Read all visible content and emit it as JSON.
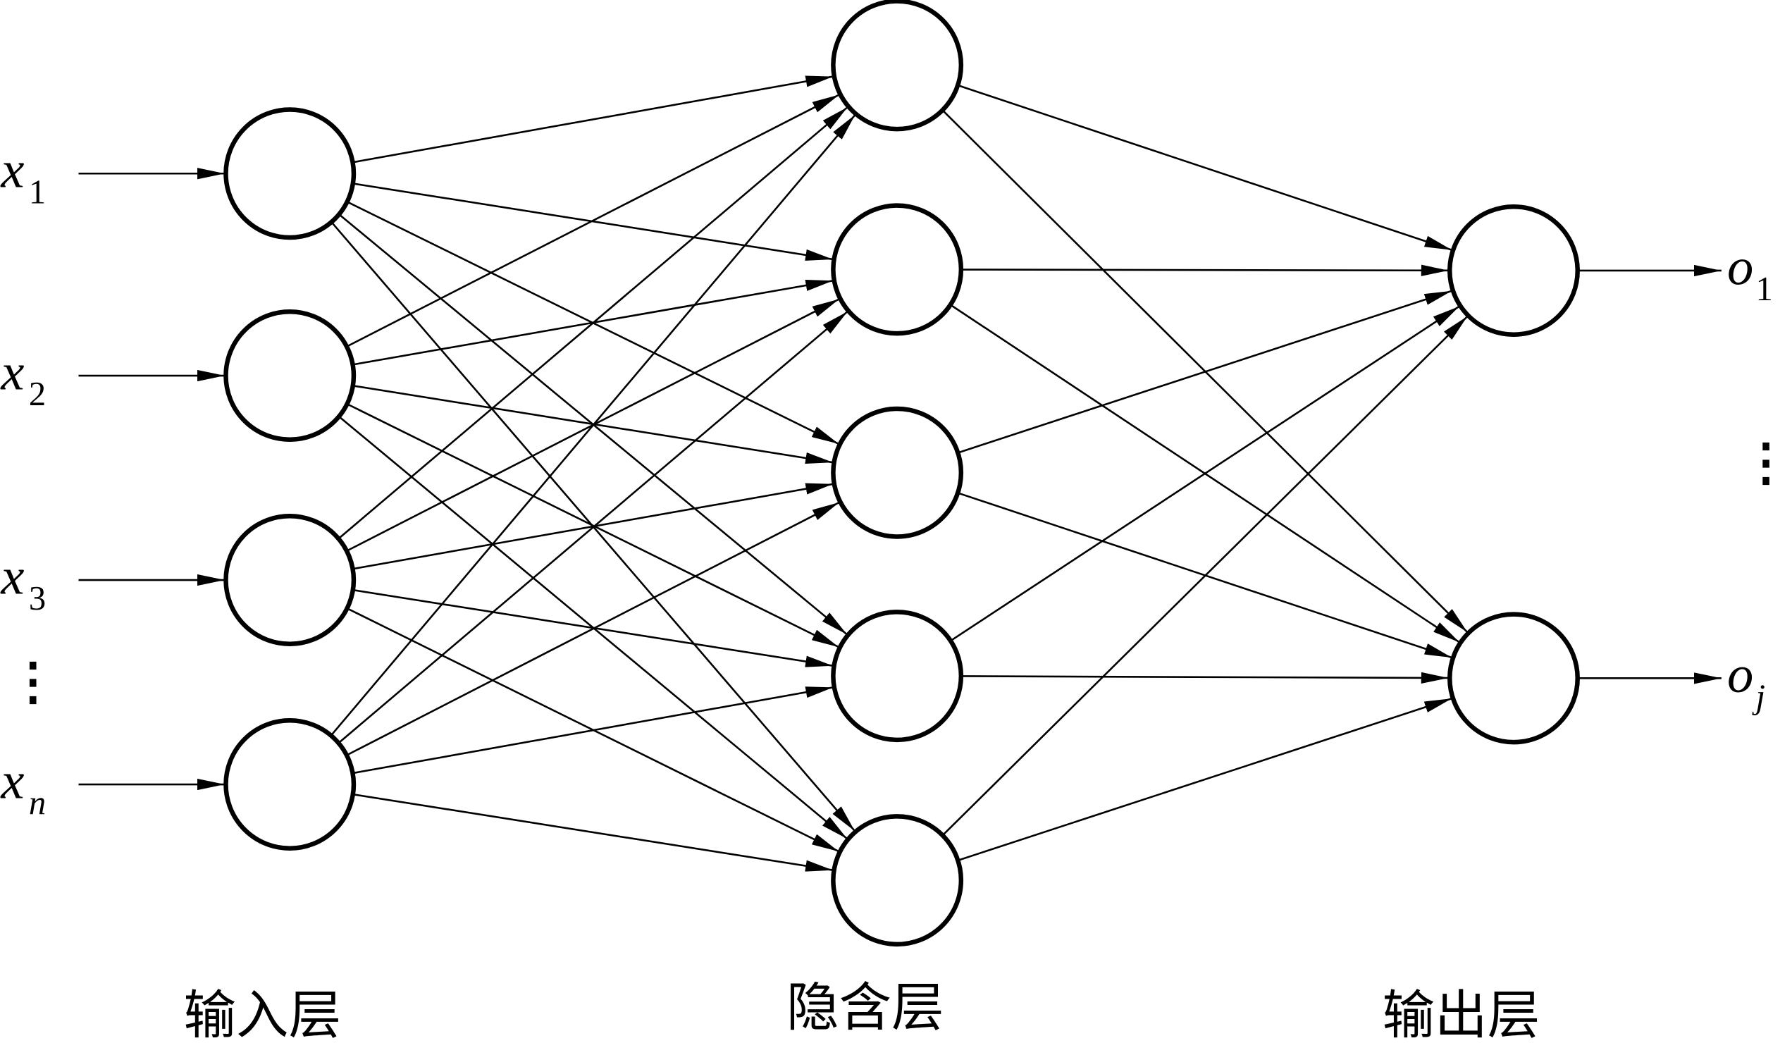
{
  "diagram": {
    "inputs": [
      {
        "base": "x",
        "sub": "1"
      },
      {
        "base": "x",
        "sub": "2"
      },
      {
        "base": "x",
        "sub": "3"
      },
      {
        "base": "x",
        "sub": "n"
      }
    ],
    "input_ellipsis": "⋮",
    "hidden_count": 5,
    "outputs": [
      {
        "base": "o",
        "sub": "1"
      },
      {
        "base": "o",
        "sub": "j"
      }
    ],
    "output_ellipsis": "⋮",
    "layer_labels": {
      "input": "输入层",
      "hidden": "隐含层",
      "output": "输出层"
    },
    "colors": {
      "stroke": "#000000",
      "background": "#ffffff"
    }
  }
}
